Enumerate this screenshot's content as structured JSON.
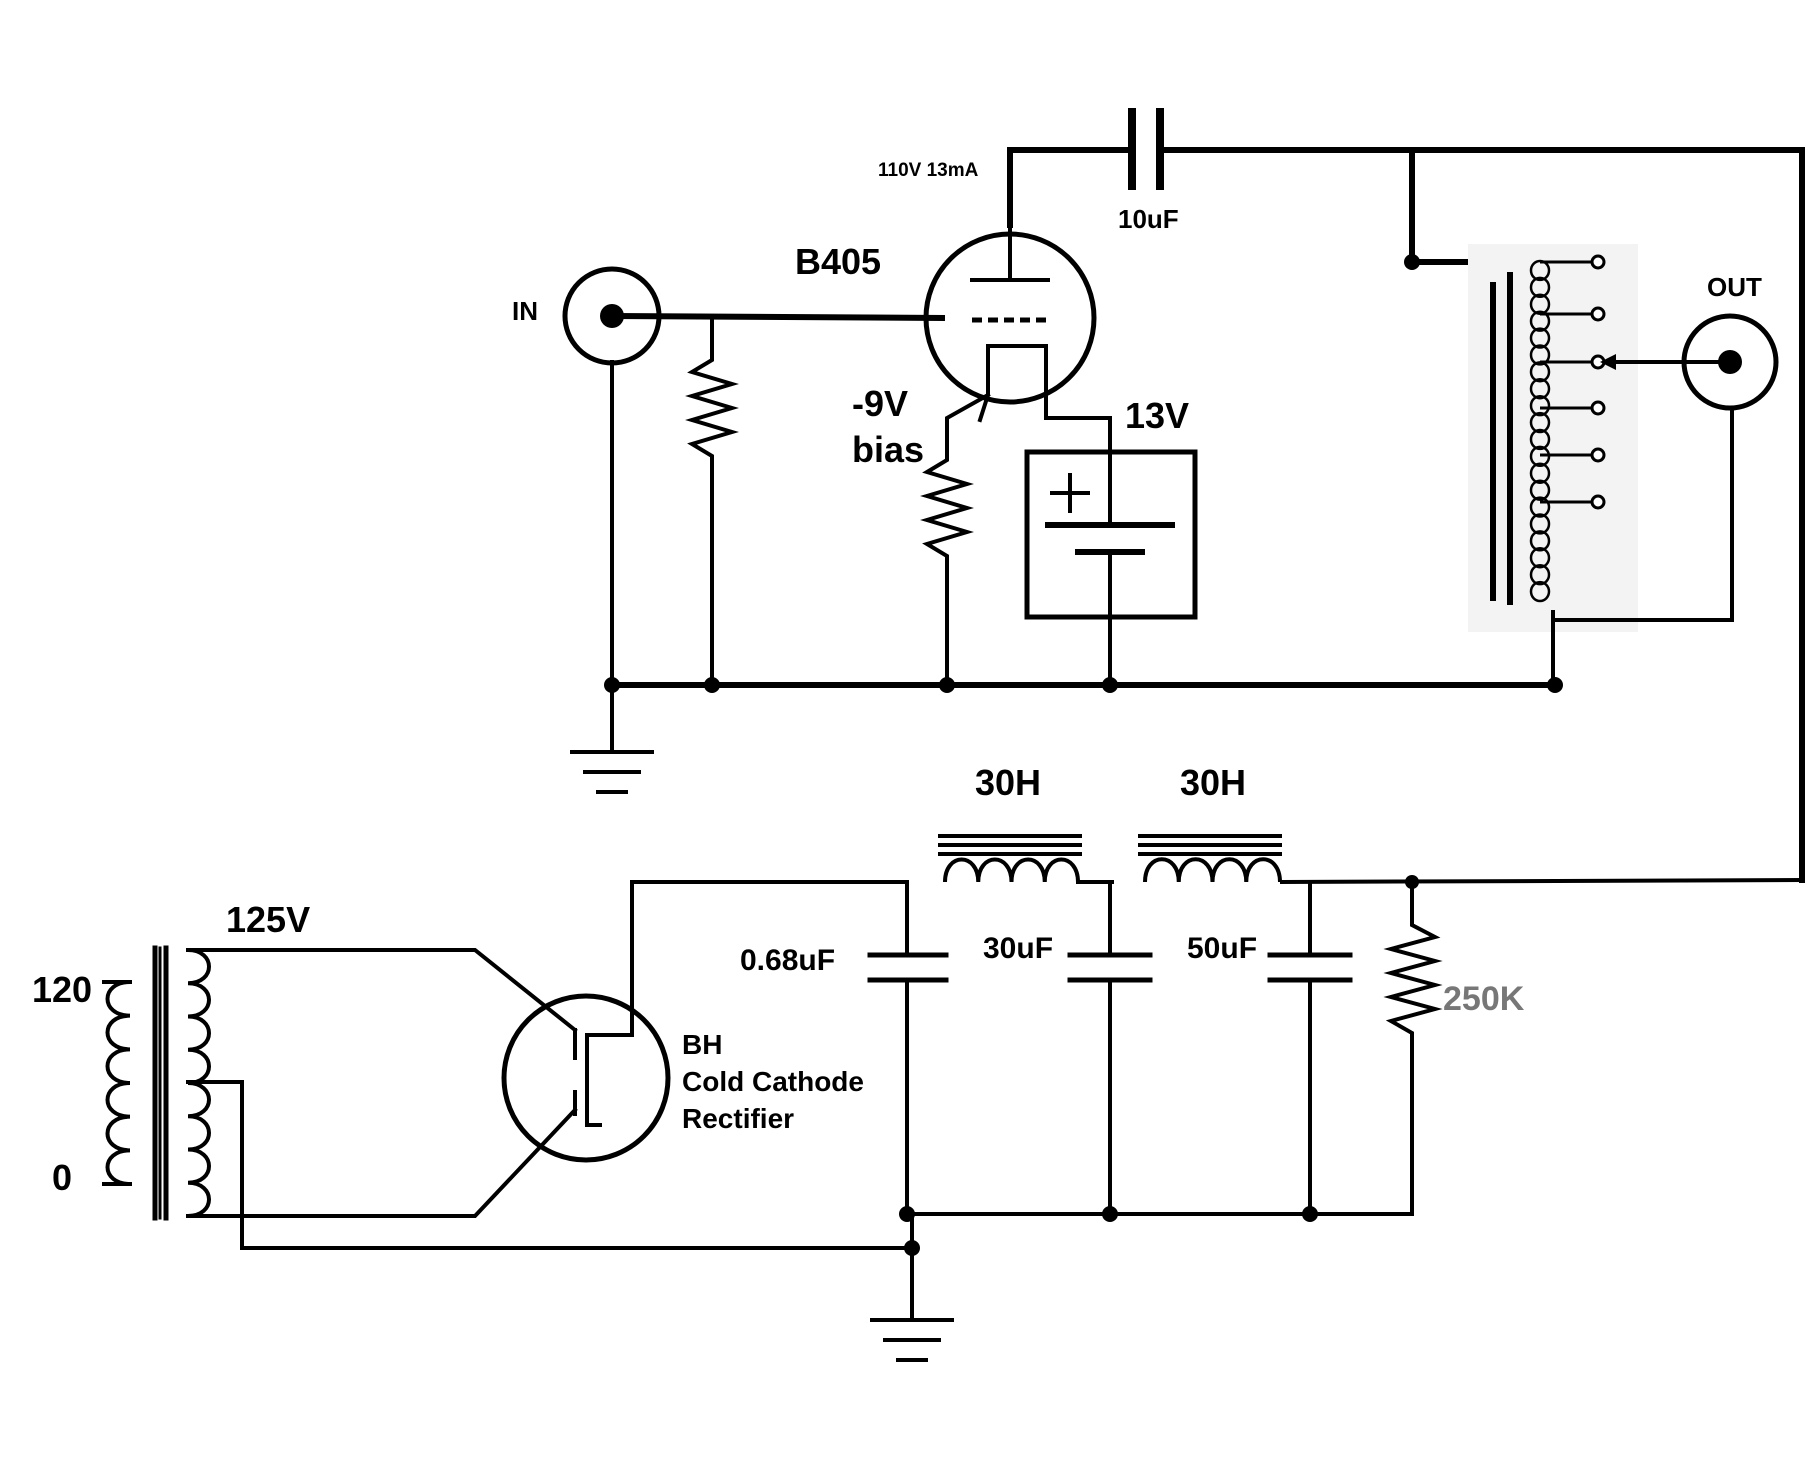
{
  "labels": {
    "plate": "110V 13mA",
    "coupling_cap": "10uF",
    "tube": "B405",
    "input": "IN",
    "output": "OUT",
    "bias_value": "-9V",
    "bias_word": "bias",
    "battery": "13V",
    "choke1": "30H",
    "choke2": "30H",
    "transformer_secondary": "125V",
    "mains_top": "120",
    "mains_bottom": "0",
    "cap1": "0.68uF",
    "cap2": "30uF",
    "cap3": "50uF",
    "bleeder": "250K",
    "rectifier_line1": "BH",
    "rectifier_line2": "Cold Cathode",
    "rectifier_line3": "Rectifier"
  }
}
